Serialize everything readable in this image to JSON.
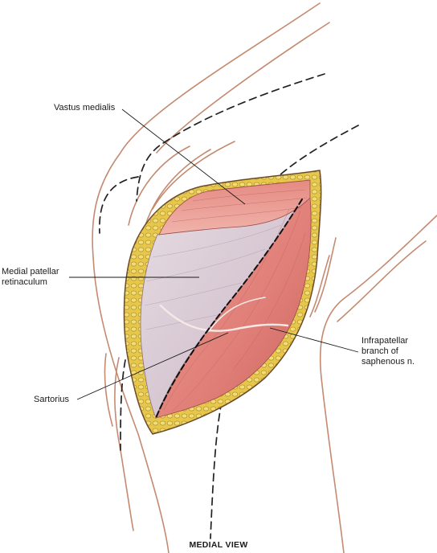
{
  "labels": {
    "vastus_medialis": "Vastus medialis",
    "medial_patellar_retinaculum": "Medial patellar\nretinaculum",
    "sartorius": "Sartorius",
    "infrapatellar_branch": "Infrapatellar\nbranch of\nsaphenous n."
  },
  "caption": "MEDIAL VIEW",
  "colors": {
    "skin_outline": "#c48a70",
    "muscle": "#e07f78",
    "retinaculum": "#d8c8d2",
    "fat": "#e8c64a",
    "incision_dash": "#222222"
  }
}
